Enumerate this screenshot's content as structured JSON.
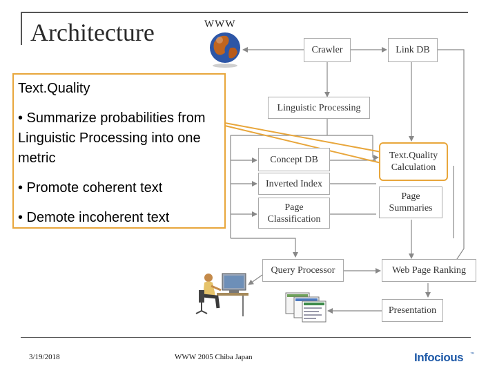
{
  "slide": {
    "title": "Architecture",
    "www_label": "WWW"
  },
  "callout": {
    "title": "Text.Quality",
    "bullets": [
      "• Summarize probabilities from Linguistic Processing into one metric",
      "• Promote coherent text",
      "• Demote incoherent text"
    ]
  },
  "nodes": {
    "crawler": "Crawler",
    "link_db": "Link DB",
    "linguistic_processing": "Linguistic Processing",
    "concept_db": "Concept DB",
    "inverted_index": "Inverted Index",
    "page_classification": "Page Classification",
    "textquality_calculation": "Text.Quality Calculation",
    "page_summaries": "Page Summaries",
    "query_processor": "Query Processor",
    "web_page_ranking": "Web Page Ranking",
    "presentation": "Presentation"
  },
  "footer": {
    "date": "3/19/2018",
    "event": "WWW 2005 Chiba Japan",
    "logo": "Infocious"
  },
  "colors": {
    "callout_border": "#e8a63b",
    "node_border": "#aaaaaa",
    "arrow": "#888888",
    "logo": "#1f5aa8"
  }
}
